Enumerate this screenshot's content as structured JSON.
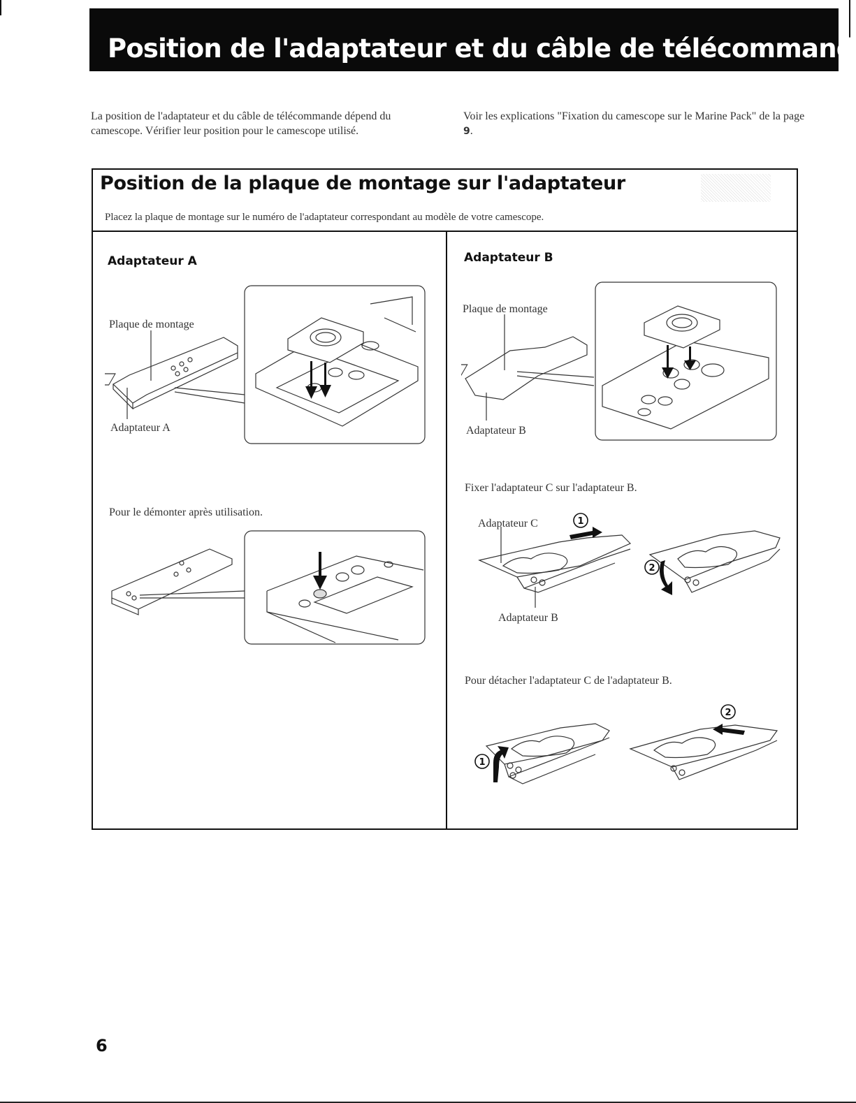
{
  "page": {
    "title": "Position de l'adaptateur et du câble de télécommande",
    "intro_left": "La position de l'adaptateur et du câble de télécommande dépend du camescope. Vérifier leur position pour le camescope utilisé.",
    "intro_right_before": "Voir les explications \"Fixation du camescope sur le Marine Pack\" de la page ",
    "intro_right_page": "9",
    "intro_right_after": ".",
    "page_number": "6"
  },
  "section": {
    "title": "Position de la plaque de montage sur l'adaptateur",
    "description": "Placez la plaque de montage sur le numéro de l'adaptateur correspondant au modèle de votre camescope."
  },
  "adapter_a": {
    "heading": "Adaptateur A",
    "label_plate": "Plaque de montage",
    "label_adapter": "Adaptateur A",
    "remove_caption": "Pour le démonter après utilisation."
  },
  "adapter_b": {
    "heading": "Adaptateur B",
    "label_plate": "Plaque de montage",
    "label_adapter": "Adaptateur B",
    "attach_caption": "Fixer l'adaptateur C sur l'adaptateur B.",
    "label_c": "Adaptateur C",
    "label_b2": "Adaptateur B",
    "detach_caption": "Pour détacher l'adaptateur C de l'adaptateur B."
  },
  "steps": {
    "one": "1",
    "two": "2"
  }
}
